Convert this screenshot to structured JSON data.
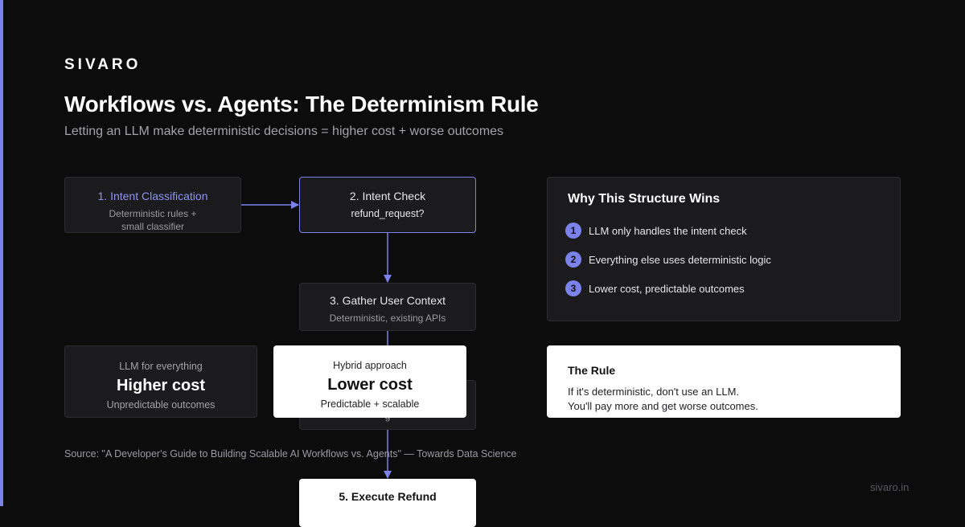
{
  "brand": "SIVARO",
  "title": "Workflows vs. Agents: The Determinism Rule",
  "subtitle": "Letting an LLM make deterministic decisions = higher cost + worse outcomes",
  "colors": {
    "accent": "#7b83eb",
    "background": "#0c0c0d",
    "card": "#1b1b1e"
  },
  "flow": {
    "step1": {
      "title": "1. Intent Classification",
      "line1": "Deterministic rules +",
      "line2": "small classifier"
    },
    "step2": {
      "title": "2. Intent Check",
      "detail": "refund_request?"
    },
    "step3": {
      "title": "3. Gather User Context",
      "detail": "Deterministic, existing APIs"
    },
    "step4": {
      "detail": "g"
    },
    "step5": {
      "title": "5. Execute Refund"
    }
  },
  "panel": {
    "title": "Why This Structure Wins",
    "items": [
      {
        "num": "1",
        "text": "LLM only handles the intent check"
      },
      {
        "num": "2",
        "text": "Everything else uses deterministic logic"
      },
      {
        "num": "3",
        "text": "Lower cost, predictable outcomes"
      }
    ]
  },
  "compare": {
    "a": {
      "label": "LLM for everything",
      "value": "Higher cost",
      "note": "Unpredictable outcomes"
    },
    "b": {
      "label": "Hybrid approach",
      "value": "Lower cost",
      "note": "Predictable + scalable"
    }
  },
  "rule": {
    "title": "The Rule",
    "line1": "If it's deterministic, don't use an LLM.",
    "line2": "You'll pay more and get worse outcomes."
  },
  "source": "Source: \"A Developer's Guide to Building Scalable AI Workflows vs. Agents\" — Towards Data Science",
  "url": "sivaro.in"
}
